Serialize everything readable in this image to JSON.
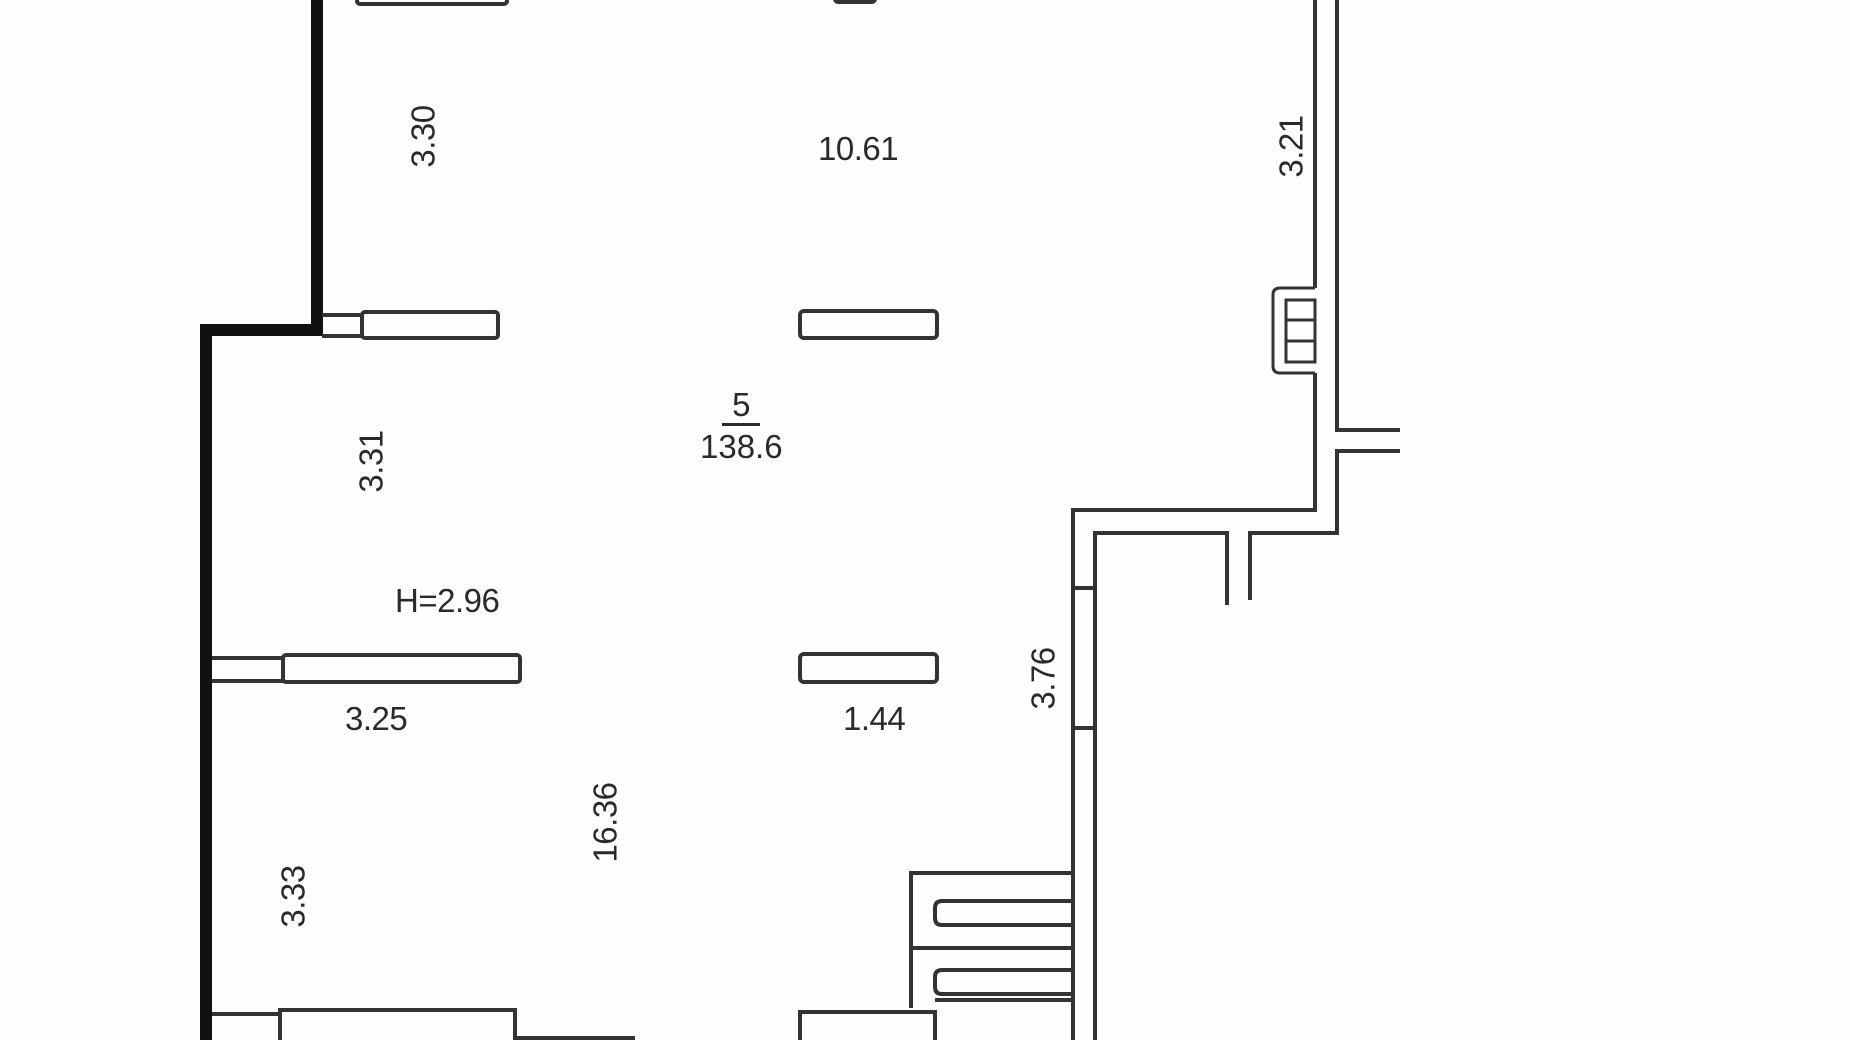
{
  "drawing": {
    "type": "floor-plan",
    "room": {
      "number": "5",
      "area": "138.6"
    },
    "ceiling_height": "H=2.96",
    "dimensions": {
      "top_left_vertical": "3.30",
      "top_center": "10.61",
      "right_vertical": "3.21",
      "mid_left_vertical": "3.31",
      "window_left_width": "3.25",
      "window_right_width": "1.44",
      "corridor_vertical": "3.76",
      "total_length": "16.36",
      "bottom_left_vertical": "3.33"
    },
    "elements": {
      "windows": 7,
      "stairs": 1,
      "radiator": 1
    },
    "colors": {
      "background": "#fdfdfd",
      "line": "#333333",
      "thick_wall": "#111111"
    }
  }
}
